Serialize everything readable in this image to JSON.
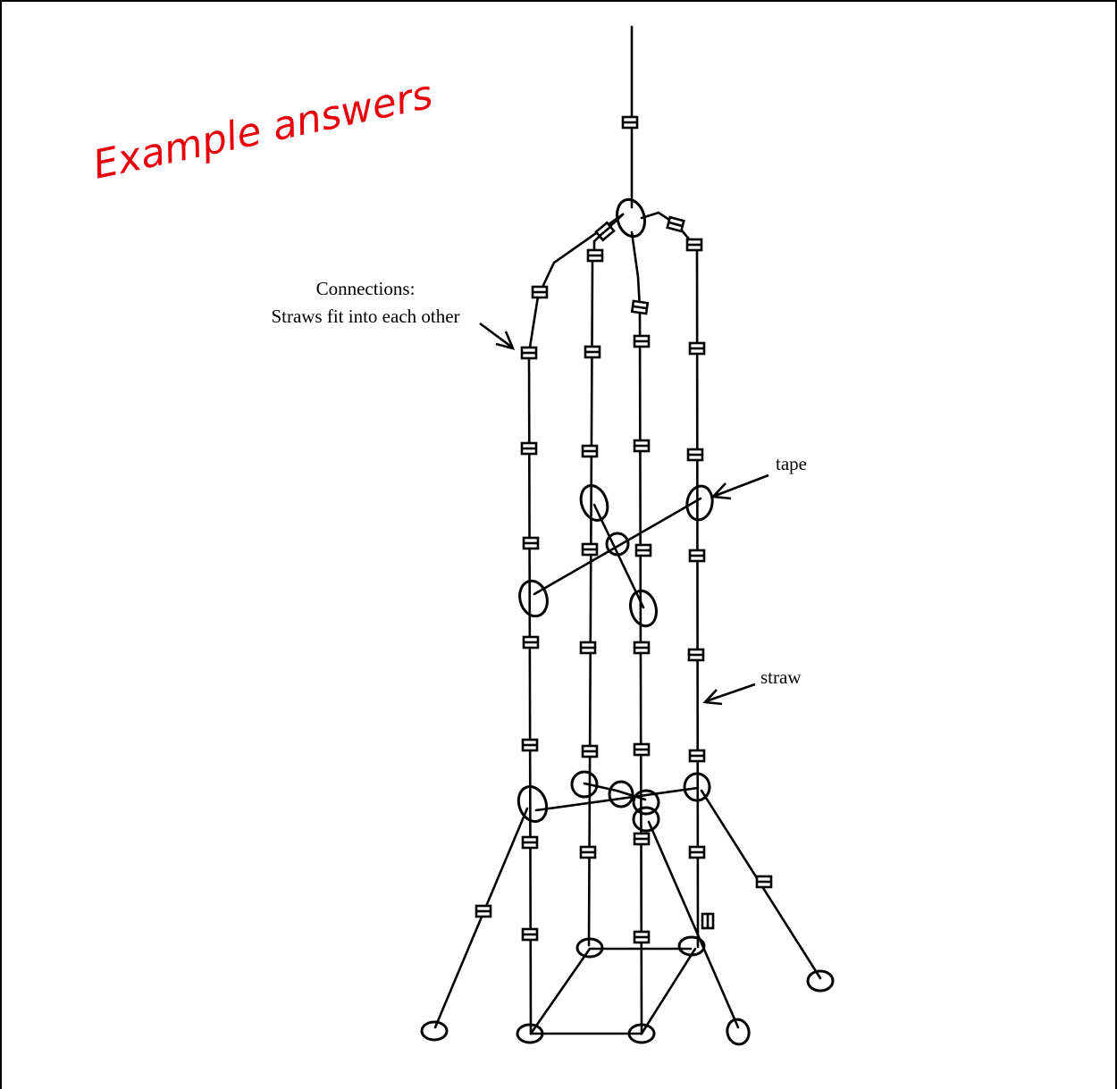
{
  "heading": "Example answers",
  "labels": {
    "connections_line1": "Connections:",
    "connections_line2": "Straws fit into each other",
    "tape": "tape",
    "straw": "straw"
  },
  "colors": {
    "heading": "#e8000b",
    "ink": "#000000"
  }
}
